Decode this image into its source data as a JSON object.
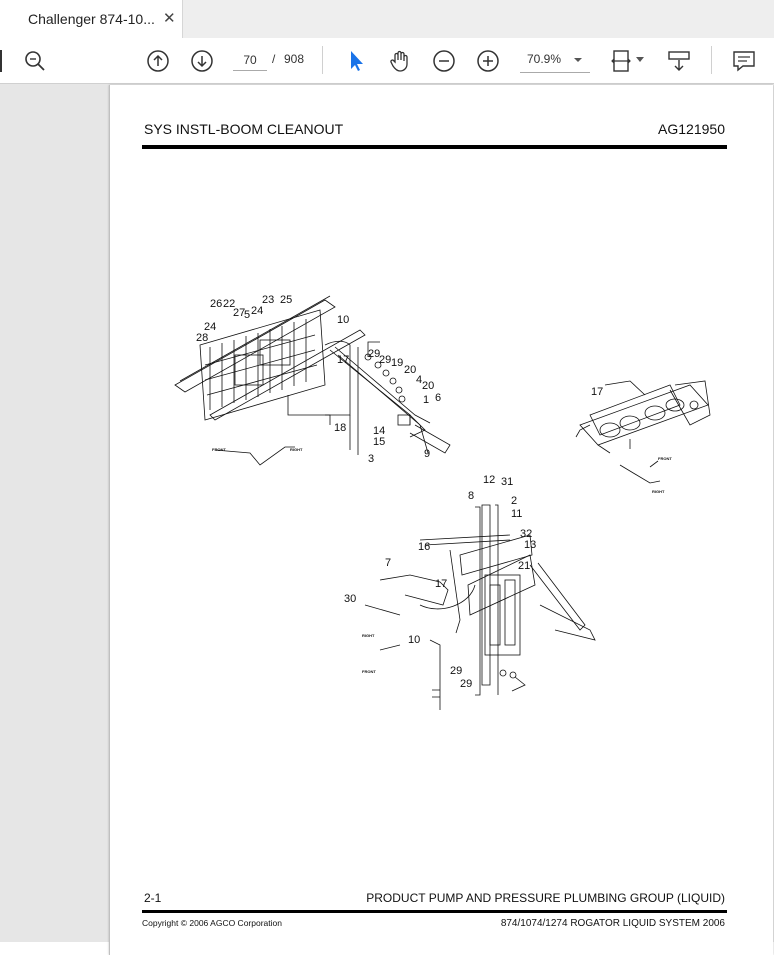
{
  "tab": {
    "title": "Challenger 874-10...",
    "close": "✕"
  },
  "toolbar": {
    "current_page": "70",
    "page_separator": "/",
    "total_pages": "908",
    "zoom": "70.9%"
  },
  "document": {
    "header_title": "SYS INSTL-BOOM CLEANOUT",
    "header_part_number": "AG121950",
    "footer_page": "2-1",
    "footer_title": "PRODUCT PUMP AND PRESSURE PLUMBING GROUP (LIQUID)",
    "footer_copyright": "Copyright © 2006 AGCO Corporation",
    "footer_system": "874/1074/1274 ROGATOR LIQUID SYSTEM 2006"
  },
  "drawing": {
    "callouts_view1": [
      "26",
      "22",
      "27",
      "5",
      "24",
      "23",
      "25",
      "24",
      "28",
      "10",
      "17",
      "29",
      "29",
      "19",
      "20",
      "4",
      "20",
      "1",
      "6",
      "18",
      "14",
      "15",
      "3",
      "9"
    ],
    "callouts_view2": [
      "17"
    ],
    "callouts_view3": [
      "12",
      "31",
      "8",
      "2",
      "11",
      "32",
      "13",
      "16",
      "21",
      "7",
      "17",
      "30",
      "10",
      "29",
      "29"
    ],
    "orientation_front": "FRONT",
    "orientation_right": "RIGHT"
  },
  "colors": {
    "accent": "#1a73e8",
    "page_bg": "#ffffff",
    "viewer_bg": "#e6e6e6"
  }
}
